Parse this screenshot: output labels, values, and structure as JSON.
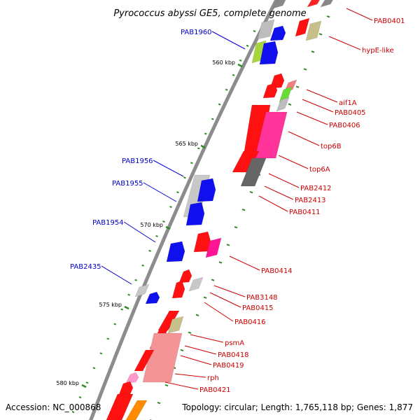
{
  "title": "Pyrococcus abyssi GE5, complete genome",
  "footer": {
    "accession": "Accession: NC_000868",
    "topology": "Topology: circular; Length: 1,765,118 bp; Genes: 1,877"
  },
  "colors": {
    "backbone": "#8c8c8c",
    "tick": "#2e8b22",
    "left_label": "#0000cc",
    "right_label": "#cc0000"
  },
  "kbp_labels": [
    "560 kbp",
    "565 kbp",
    "570 kbp",
    "575 kbp",
    "580 kbp"
  ],
  "left_genes": [
    "PAB1960",
    "PAB1956",
    "PAB1955",
    "PAB1954",
    "PAB2435"
  ],
  "right_genes": [
    "PAB0401",
    "hypE-like",
    "aif1A",
    "PAB0405",
    "PAB0406",
    "top6B",
    "top6A",
    "PAB2412",
    "PAB2413",
    "PAB0411",
    "PAB0414",
    "PAB3148",
    "PAB0415",
    "PAB0416",
    "psmA",
    "PAB0418",
    "PAB0419",
    "rph",
    "PAB0421"
  ]
}
